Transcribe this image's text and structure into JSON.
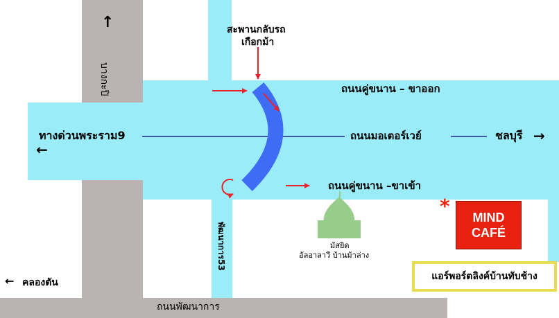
{
  "labels": {
    "bang_kapi": "บางกะปิ",
    "bridge_line1": "สะพานกลับรถ",
    "bridge_line2": "เกือกม้า",
    "frontage_outbound": "ถนนคู่ขนาน  –  ขาออก",
    "expressway": "ทางด่วนพระราม9",
    "motorway": "ถนนมอเตอร์เวย์",
    "chonburi": "ชลบุรี",
    "frontage_inbound": "ถนนคู่ขนาน –ขาเข้า",
    "pattanakarn53": "พัฒนาการ53",
    "mosque_line1": "มัสยิด",
    "mosque_line2": "อัลอาลาวี บ้านม้าล่าง",
    "khlong_tan": "คลองตัน",
    "pattanakarn_road": "ถนนพัฒนาการ",
    "airport_link": "แอร์พอร์ตลิงค์บ้านทับช้าง"
  },
  "cafe": {
    "line1": "MIND",
    "line2": "CAFÉ",
    "marker": "*"
  },
  "colors": {
    "road_cyan": "#99ecf8",
    "road_gray": "#b9b4b1",
    "bridge_blue": "#3f6cf5",
    "arrow_red": "#e8232a",
    "motorway_line": "#1f2a8a",
    "cafe_red": "#e8200f",
    "mosque_green": "#98cc8a",
    "airport_border": "#e8dd52"
  },
  "icons": {
    "north_arrow": "arrow-up-icon",
    "west_arrow": "arrow-left-icon",
    "east_arrow": "arrow-right-icon",
    "mosque": "mosque-icon",
    "u_turn": "u-turn-icon"
  }
}
